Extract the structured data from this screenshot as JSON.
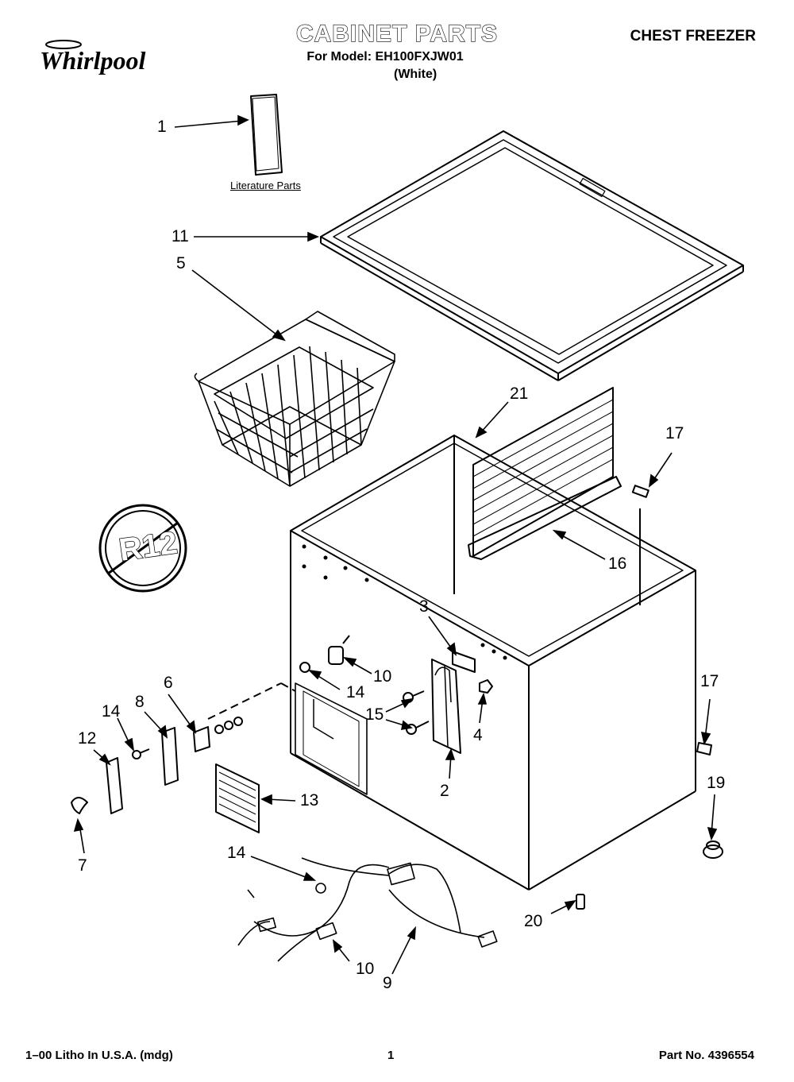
{
  "header": {
    "brand": "Whirlpool",
    "title": "CABINET PARTS",
    "model_line": "For Model: EH100FXJW01",
    "variant": "(White)",
    "category": "CHEST FREEZER"
  },
  "callouts": {
    "c1": "1",
    "c2": "2",
    "c3": "3",
    "c4": "4",
    "c5": "5",
    "c6": "6",
    "c7": "7",
    "c8": "8",
    "c9": "9",
    "c10a": "10",
    "c10b": "10",
    "c11": "11",
    "c12": "12",
    "c13": "13",
    "c14a": "14",
    "c14b": "14",
    "c14c": "14",
    "c15": "15",
    "c16": "16",
    "c17a": "17",
    "c17b": "17",
    "c19": "19",
    "c20": "20",
    "c21": "21"
  },
  "literature_label": "Literature Parts",
  "r12_symbol": "R12",
  "footer": {
    "litho": "1–00 Litho In U.S.A. (mdg)",
    "page": "1",
    "part_no": "Part No. 4396554"
  }
}
